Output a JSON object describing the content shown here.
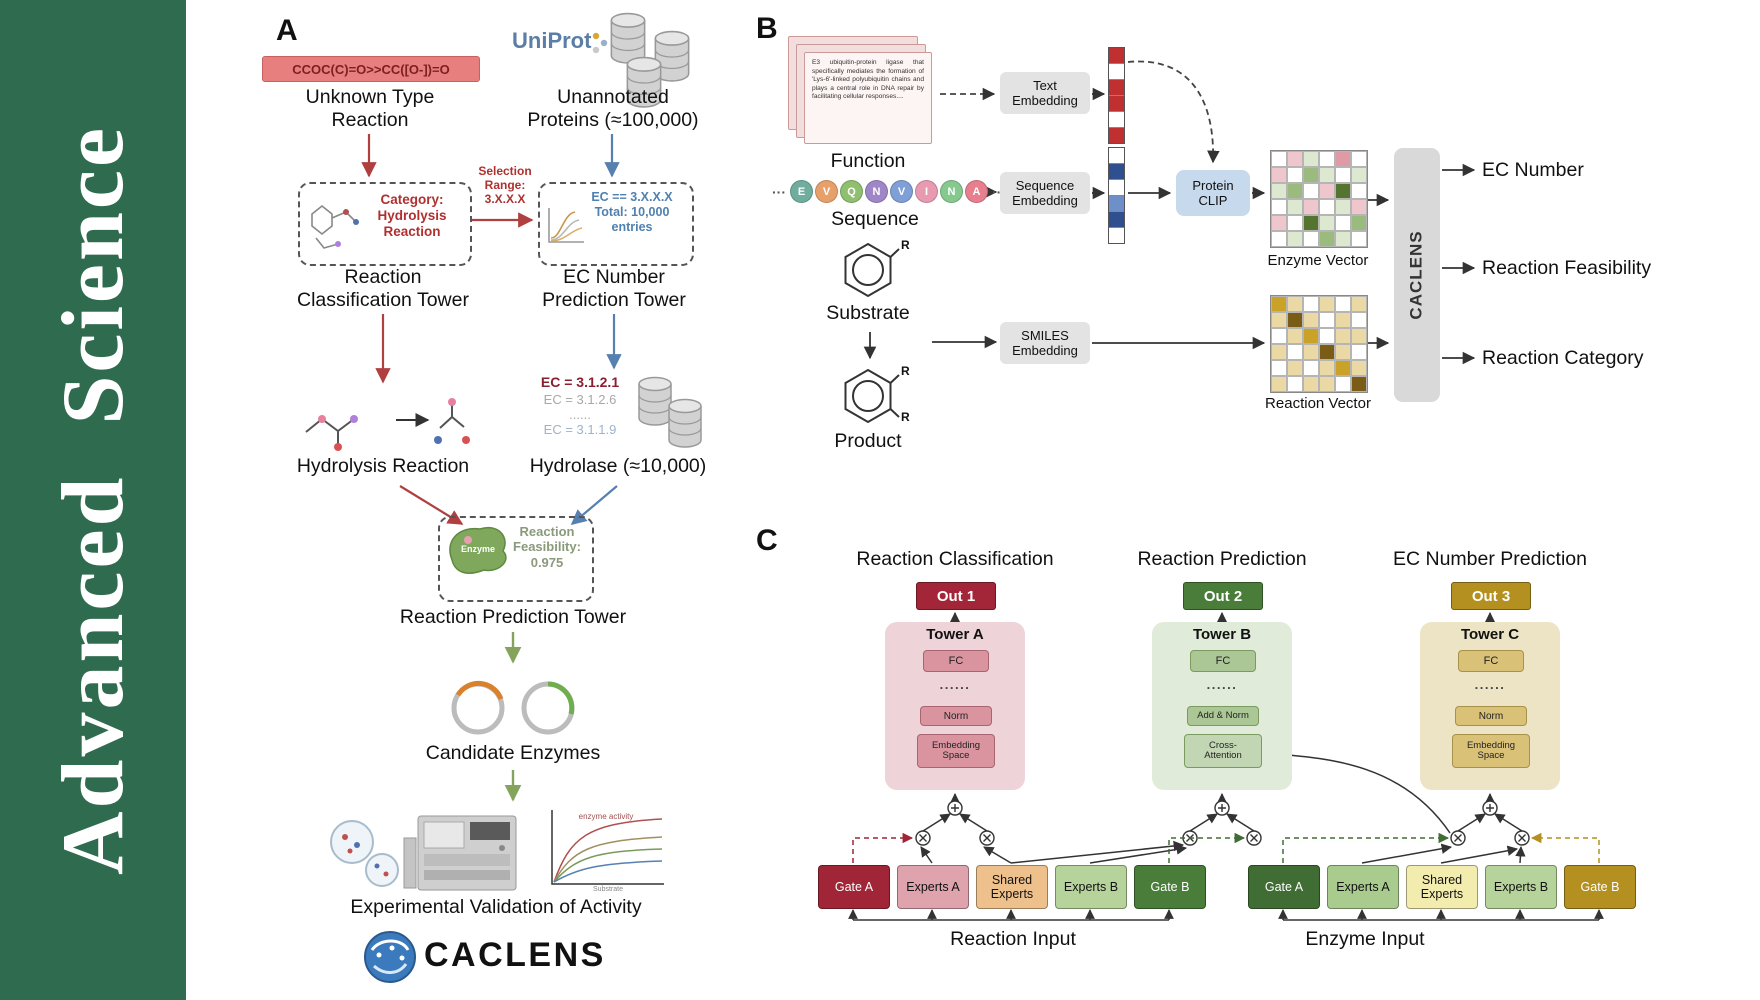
{
  "sidebar": {
    "journal_title": "Advanced  Science",
    "bg_color": "#2f6b4e"
  },
  "panelA": {
    "label": "A",
    "smiles": "CCOC(C)=O>>CC([O-])=O",
    "unknown_type": "Unknown Type\nReaction",
    "uniprot": "UniProt",
    "unannotated": "Unannotated\nProteins (≈100,000)",
    "selection_range": "Selection\nRange:\n3.X.X.X",
    "category_box": "Category:\nHydrolysis\nReaction",
    "ec_box": "EC == 3.X.X.X\nTotal: 10,000\nentries",
    "classification_tower": "Reaction\nClassification Tower",
    "ec_tower": "EC Number\nPrediction Tower",
    "hydrolysis": "Hydrolysis Reaction",
    "ec_list": [
      "EC = 3.1.2.1",
      "EC = 3.1.2.6",
      "......",
      "EC = 3.1.1.9"
    ],
    "hydrolase": "Hydrolase (≈10,000)",
    "enzyme": "Enzyme",
    "feasibility": "Reaction\nFeasibility:\n0.975",
    "prediction_tower": "Reaction Prediction Tower",
    "candidates": "Candidate Enzymes",
    "plot_title": "enzyme activity",
    "plot_xlabel": "Substrate",
    "validation": "Experimental Validation of Activity",
    "logo": "CACLENS"
  },
  "panelB": {
    "label": "B",
    "function_text": "E3 ubiquitin-protein ligase that specifically mediates the formation of 'Lys-6'-linked polyubiquitin chains and plays a central role in DNA repair by facilitating cellular responses....",
    "function": "Function",
    "text_embedding": "Text\nEmbedding",
    "sequence": "Sequence",
    "sequence_embedding": "Sequence\nEmbedding",
    "protein_clip": "Protein\nCLIP",
    "enzyme_vector": "Enzyme Vector",
    "substrate": "Substrate",
    "product": "Product",
    "r_label": "R",
    "smiles_embedding": "SMILES\nEmbedding",
    "reaction_vector": "Reaction Vector",
    "caclens": "CACLENS",
    "ellipsis": "···",
    "outputs": [
      "EC Number",
      "Reaction Feasibility",
      "Reaction Category"
    ],
    "beads": [
      {
        "ch": "E",
        "color": "#6fae9e"
      },
      {
        "ch": "V",
        "color": "#e8a06a"
      },
      {
        "ch": "Q",
        "color": "#8fbf6f"
      },
      {
        "ch": "N",
        "color": "#9f86c9"
      },
      {
        "ch": "V",
        "color": "#7f9fd6"
      },
      {
        "ch": "I",
        "color": "#e89ab0"
      },
      {
        "ch": "N",
        "color": "#86c98f"
      },
      {
        "ch": "A",
        "color": "#e87f8f"
      }
    ],
    "text_vector": [
      "#c03030",
      "#ffffff",
      "#c03030",
      "#c03030",
      "#ffffff",
      "#c03030"
    ],
    "seq_vector": [
      "#ffffff",
      "#2f4f8f",
      "#ffffff",
      "#6f8fc9",
      "#2f4f8f",
      "#ffffff"
    ],
    "enzyme_matrix": {
      "palette": {
        "w": "#ffffff",
        "l": "#dce8cf",
        "g": "#9bbb7e",
        "G": "#55742f",
        "p": "#f0c6cd",
        "P": "#e09aa6"
      },
      "rows": [
        "wplwPw",
        "pwglwl",
        "lgwpGw",
        "wlpwlp",
        "pwGlwg",
        "wlwglw"
      ]
    },
    "reaction_matrix": {
      "palette": {
        "w": "#ffffff",
        "y": "#ead9a4",
        "Y": "#c9a227",
        "B": "#7a5c17"
      },
      "rows": [
        "Yywywy",
        "yBywyw",
        "wyYwyy",
        "ywyByw",
        "wywyYy",
        "ywyywB"
      ]
    }
  },
  "panelC": {
    "label": "C",
    "headers": [
      "Reaction Classification",
      "Reaction Prediction",
      "EC Number Prediction"
    ],
    "towers": [
      {
        "out": "Out 1",
        "name": "Tower A",
        "fc": "FC",
        "dots": "......",
        "norm": "Norm",
        "base": "Embedding\nSpace"
      },
      {
        "out": "Out 2",
        "name": "Tower B",
        "fc": "FC",
        "dots": "......",
        "norm": "Add & Norm",
        "base": "Cross-\nAttention"
      },
      {
        "out": "Out 3",
        "name": "Tower C",
        "fc": "FC",
        "dots": "......",
        "norm": "Norm",
        "base": "Embedding\nSpace"
      }
    ],
    "moe_left": {
      "gate_a": "Gate A",
      "experts_a": "Experts A",
      "shared": "Shared\nExperts",
      "experts_b": "Experts B",
      "gate_b": "Gate B"
    },
    "moe_right": {
      "gate_a": "Gate A",
      "experts_a": "Experts A",
      "shared": "Shared\nExperts",
      "experts_b": "Experts B",
      "gate_b": "Gate B"
    },
    "reaction_input": "Reaction Input",
    "enzyme_input": "Enzyme Input"
  },
  "colors": {
    "sidebar_green": "#2f6b4e",
    "red_arrow": "#b04040",
    "blue_arrow": "#5580b0",
    "green_arrow": "#84a45c",
    "out1": "#a32638",
    "out2": "#4a7d3a",
    "out3": "#b3901f",
    "towerA_body": "#eed3d8",
    "towerB_body": "#e1ebda",
    "towerC_body": "#ece4c4",
    "gateA_left": "#a02537",
    "expertsA_left": "#dea3ad",
    "shared_left": "#eec08c",
    "expertsB": "#b6d39b",
    "gateB_left": "#4a7d3a",
    "gateA_right": "#3f6d33",
    "expertsA_right": "#a9cb8e",
    "shared_right": "#f3ecaf",
    "gateB_right": "#b3901f"
  }
}
